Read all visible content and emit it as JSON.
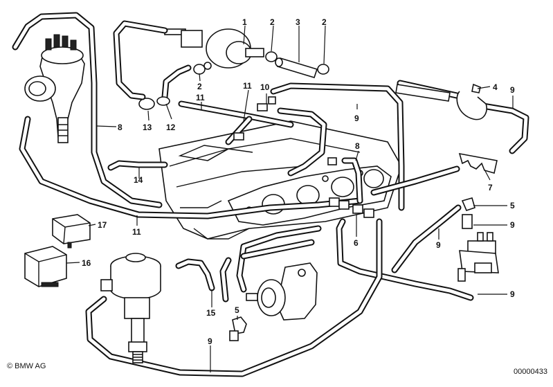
{
  "diagram": {
    "callouts": [
      {
        "id": "c1",
        "text": "1"
      },
      {
        "id": "c2a",
        "text": "2"
      },
      {
        "id": "c3",
        "text": "3"
      },
      {
        "id": "c2b",
        "text": "2"
      },
      {
        "id": "c2c",
        "text": "2"
      },
      {
        "id": "c4",
        "text": "4"
      },
      {
        "id": "c9a",
        "text": "9"
      },
      {
        "id": "c11a",
        "text": "11"
      },
      {
        "id": "c10",
        "text": "10"
      },
      {
        "id": "c11b",
        "text": "11"
      },
      {
        "id": "c9b",
        "text": "9"
      },
      {
        "id": "c8a",
        "text": "8"
      },
      {
        "id": "c13",
        "text": "13"
      },
      {
        "id": "c12",
        "text": "12"
      },
      {
        "id": "c8b",
        "text": "8"
      },
      {
        "id": "c14",
        "text": "14"
      },
      {
        "id": "c7",
        "text": "7"
      },
      {
        "id": "c5a",
        "text": "5"
      },
      {
        "id": "c9c",
        "text": "9"
      },
      {
        "id": "c17",
        "text": "17"
      },
      {
        "id": "c11c",
        "text": "11"
      },
      {
        "id": "c6",
        "text": "6"
      },
      {
        "id": "c9d",
        "text": "9"
      },
      {
        "id": "c16",
        "text": "16"
      },
      {
        "id": "c9e",
        "text": "9"
      },
      {
        "id": "c15",
        "text": "15"
      },
      {
        "id": "c5b",
        "text": "5"
      },
      {
        "id": "c9f",
        "text": "9"
      }
    ]
  },
  "footer": {
    "copyright": "© BMW AG",
    "drawing_number": "00000433"
  }
}
